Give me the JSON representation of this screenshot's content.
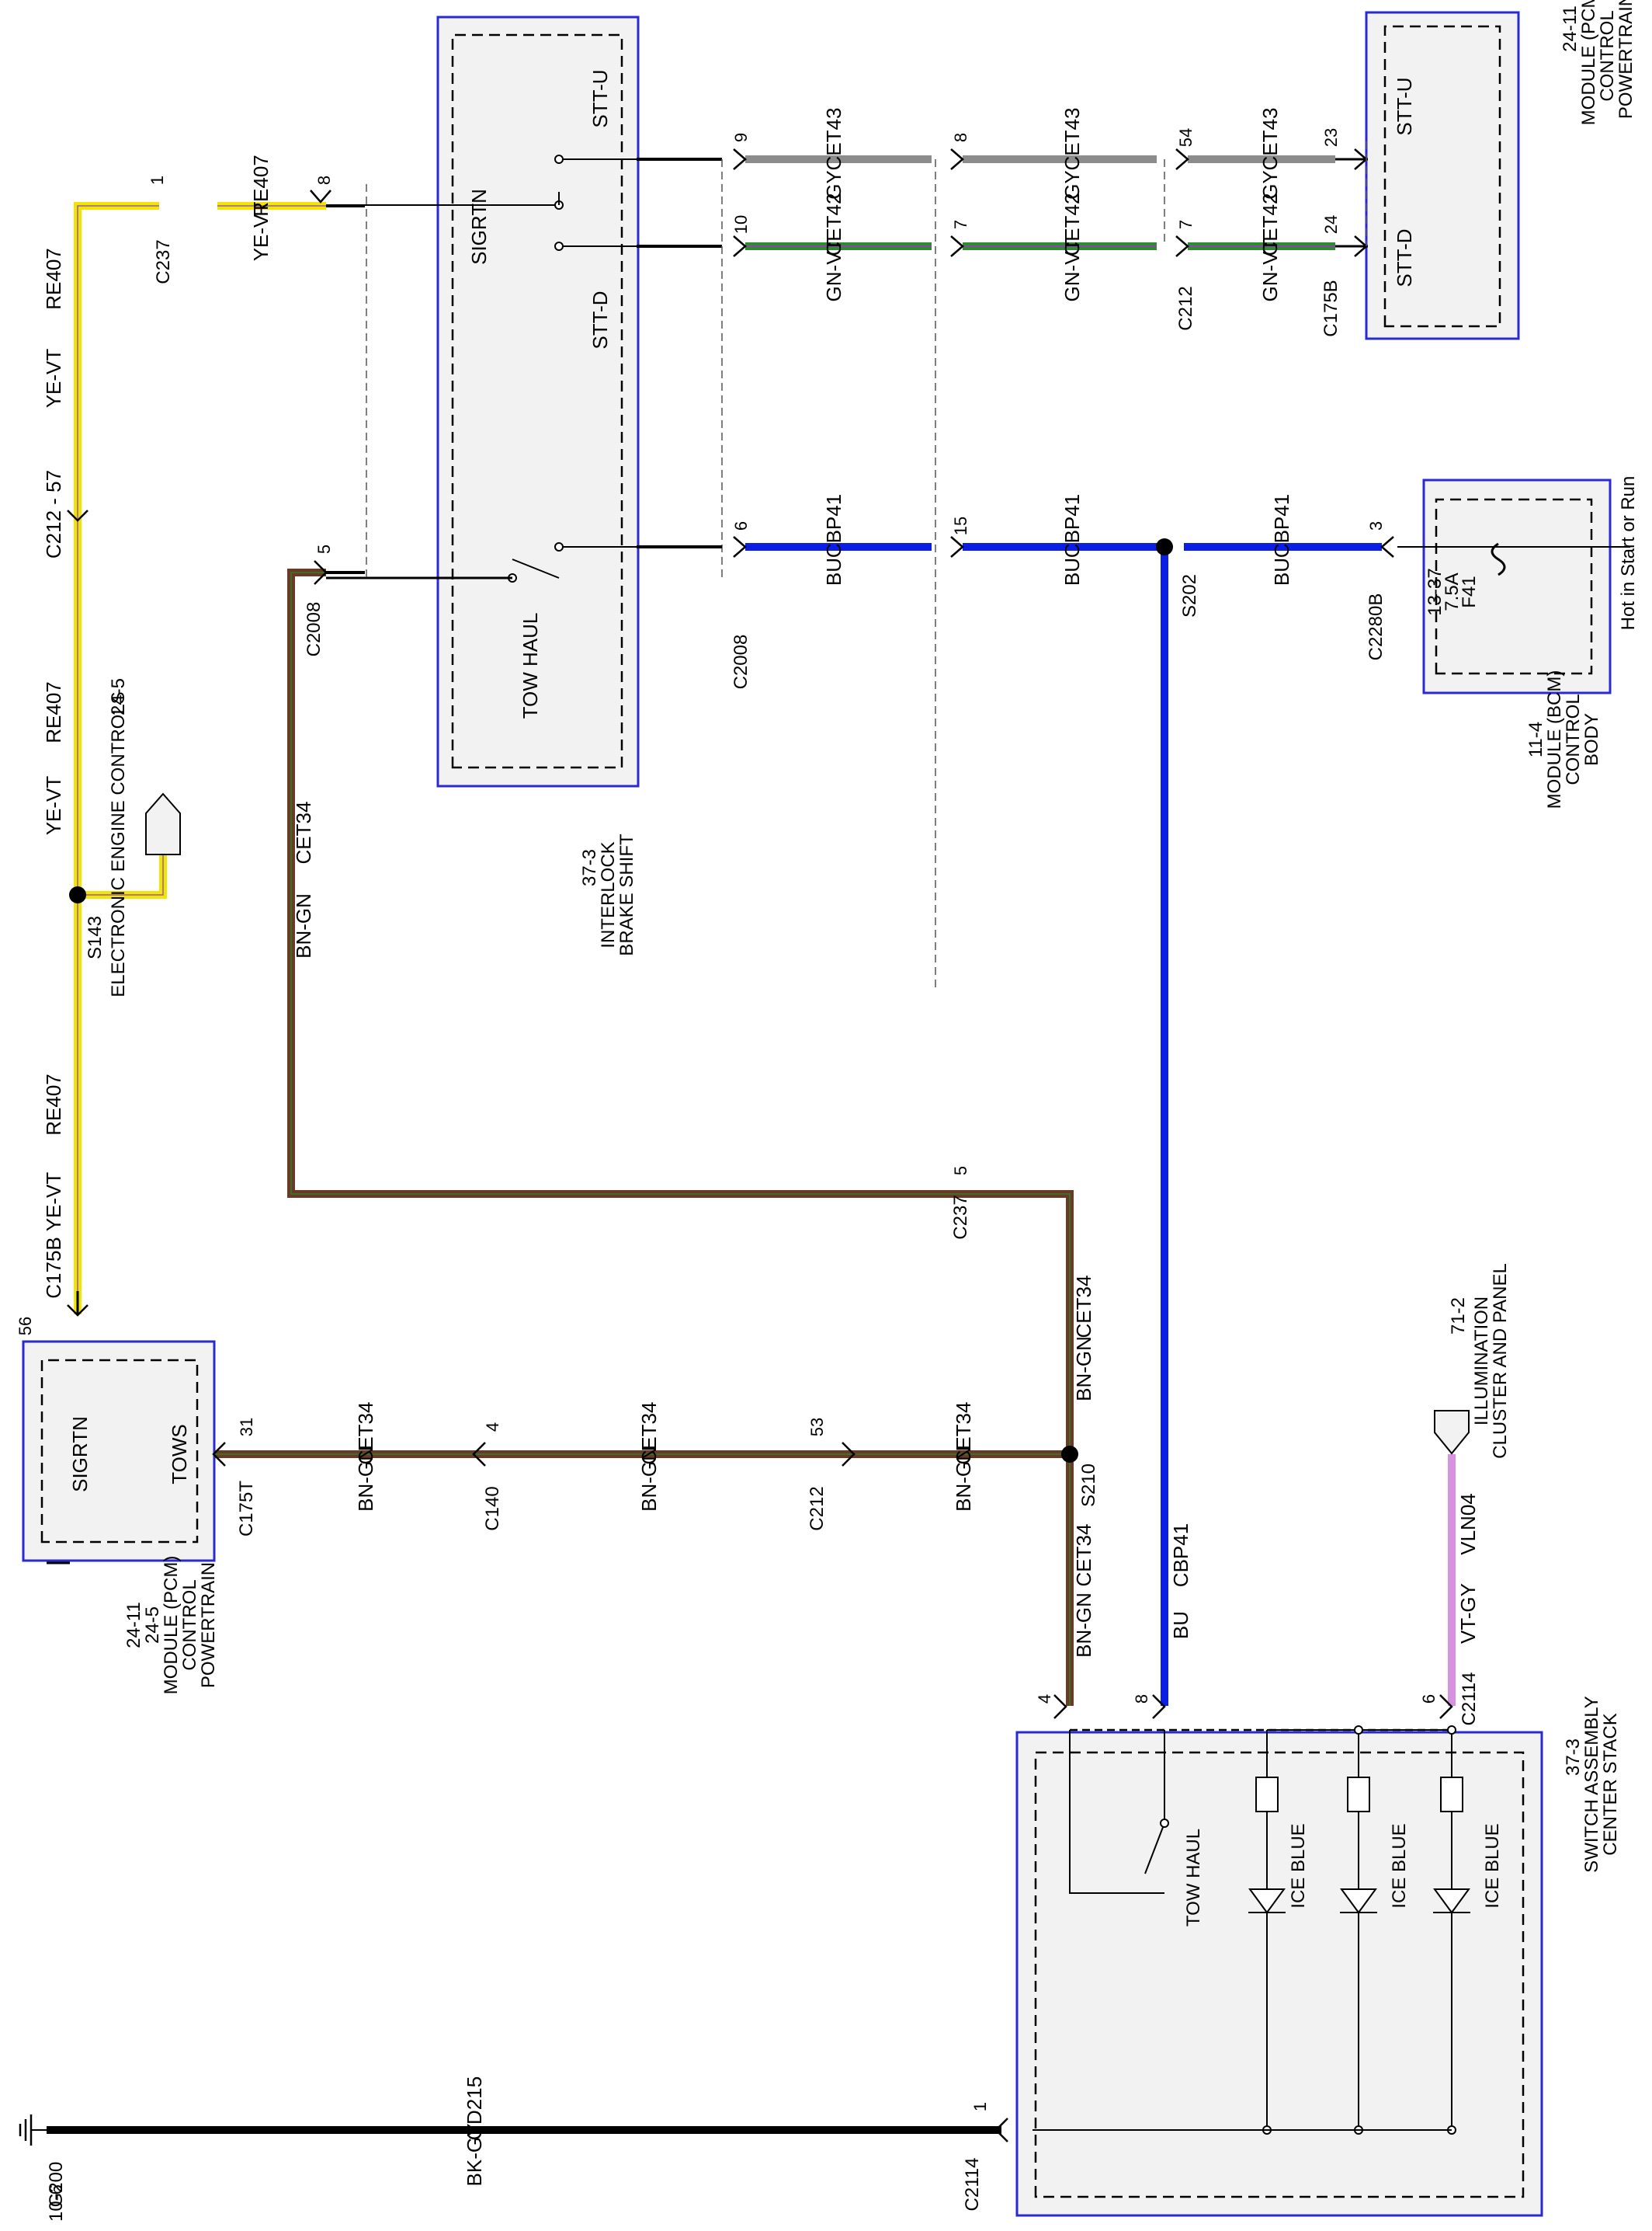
{
  "modules": {
    "pcm_top": {
      "name_lines": [
        "POWERTRAIN",
        "CONTROL",
        "MODULE (PCM)"
      ],
      "page": "24-11",
      "pin_a": "STT-U",
      "pin_b": "STT-D"
    },
    "bcm": {
      "name_lines": [
        "BODY",
        "CONTROL",
        "MODULE (BCM)"
      ],
      "page": "11-4",
      "feed_note": "Hot in Start or Run",
      "fuse": "F41",
      "fuse_rating": "7.5A",
      "fuse_ref": "13-37"
    },
    "bsi": {
      "name_lines": [
        "BRAKE SHIFT",
        "INTERLOCK"
      ],
      "page": "37-3",
      "pin_stt_u": "STT-U",
      "pin_stt_d": "STT-D",
      "pin_sigrtn": "SIGRTN",
      "switch_label": "TOW HAUL"
    },
    "pcm_bottom": {
      "name_lines": [
        "POWERTRAIN",
        "CONTROL",
        "MODULE (PCM)",
        "24-5"
      ],
      "page": "24-11",
      "pin_sigrtn": "SIGRTN",
      "pin_tows": "TOWS"
    },
    "center_stack": {
      "name_lines": [
        "CENTER STACK",
        "SWITCH ASSEMBLY"
      ],
      "page": "37-3",
      "switch_label": "TOW HAUL",
      "led_label": "ICE BLUE"
    },
    "eec": {
      "label": "ELECTRONIC ENGINE CONTROLS",
      "page": "24-5"
    },
    "cluster": {
      "name_lines": [
        "CLUSTER AND PANEL",
        "ILLUMINATION"
      ],
      "page": "71-2"
    },
    "ground": {
      "name": "G200",
      "page": "10-6"
    }
  },
  "wires": {
    "cet43": {
      "circuit": "CET43",
      "color": "GY",
      "hex": "#8c8c8c"
    },
    "cet42": {
      "circuit": "CET42",
      "color": "GN-VT",
      "hex": "#2e8b2e",
      "stripe": "#8e44ad"
    },
    "cbp41": {
      "circuit": "CBP41",
      "color": "BU",
      "hex": "#0a1ee6"
    },
    "cet34": {
      "circuit": "CET34",
      "color": "BN-GN",
      "hex": "#6b3a24",
      "stripe": "#2e7d2e"
    },
    "re407": {
      "circuit": "RE407",
      "color": "YE-VT",
      "hex": "#f2e600",
      "stripe": "#9b59b6"
    },
    "vln04": {
      "circuit": "VLN04",
      "color": "VT-GY",
      "hex": "#d890e0"
    },
    "gd215": {
      "circuit": "GD215",
      "color": "BK-GY",
      "hex": "#000000"
    }
  },
  "connectors": {
    "c2008_top": {
      "name": "C2008",
      "pin_cet43": "9",
      "pin_cet42": "10",
      "pin_cbp41": "6"
    },
    "c212_top": {
      "name": "C212",
      "pin_cet43": "8",
      "pin_cet42": "7",
      "pin_cbp41": "15"
    },
    "c175b_top": {
      "name": "C175B",
      "pin_cet43_in": "54",
      "pin_cet42_in": "7",
      "pin_cet43": "23",
      "pin_cet42": "24"
    },
    "c2280b": {
      "name": "C2280B",
      "pin": "3"
    },
    "c237_left": {
      "name": "C237",
      "pin_re407": "1",
      "pin_bsi": "8"
    },
    "c2008_left": {
      "name": "C2008",
      "pin": "5"
    },
    "c212_57": {
      "name": "C212 - 57"
    },
    "c237_bottom": {
      "name": "C237",
      "pin": "5"
    },
    "c175b_left": {
      "name": "C175B",
      "pin": "56"
    },
    "c175t": {
      "name": "C175T",
      "pin": "31"
    },
    "c140": {
      "name": "C140",
      "pin": "4"
    },
    "c212_bottom": {
      "name": "C212",
      "pin": "53"
    },
    "c2114": {
      "name": "C2114",
      "pin_cet34": "4",
      "pin_cbp41": "8",
      "pin_vln04": "6",
      "pin_ground": "1"
    }
  },
  "splices": {
    "s202": "S202",
    "s210": "S210",
    "s143": "S143"
  }
}
